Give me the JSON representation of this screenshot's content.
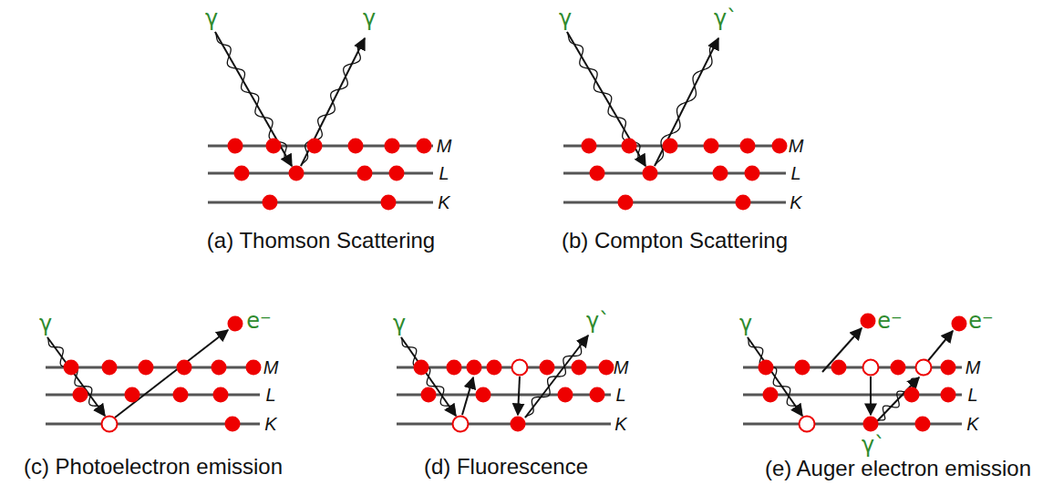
{
  "diagram": {
    "labels": [
      "γ",
      "γ",
      "M",
      "L",
      "K",
      "(a) Thomson Scattering",
      "γ",
      "γ`",
      "M",
      "L",
      "K",
      "(b) Compton Scattering",
      "γ",
      "e⁻",
      "M",
      "L",
      "K",
      "(c) Photoelectron emission",
      "γ",
      "γ`",
      "M",
      "L",
      "K",
      "(d) Fluorescence",
      "γ",
      "e⁻",
      "e⁻",
      "M",
      "L",
      "K",
      "γ`",
      "(e) Auger electron emission"
    ]
  }
}
